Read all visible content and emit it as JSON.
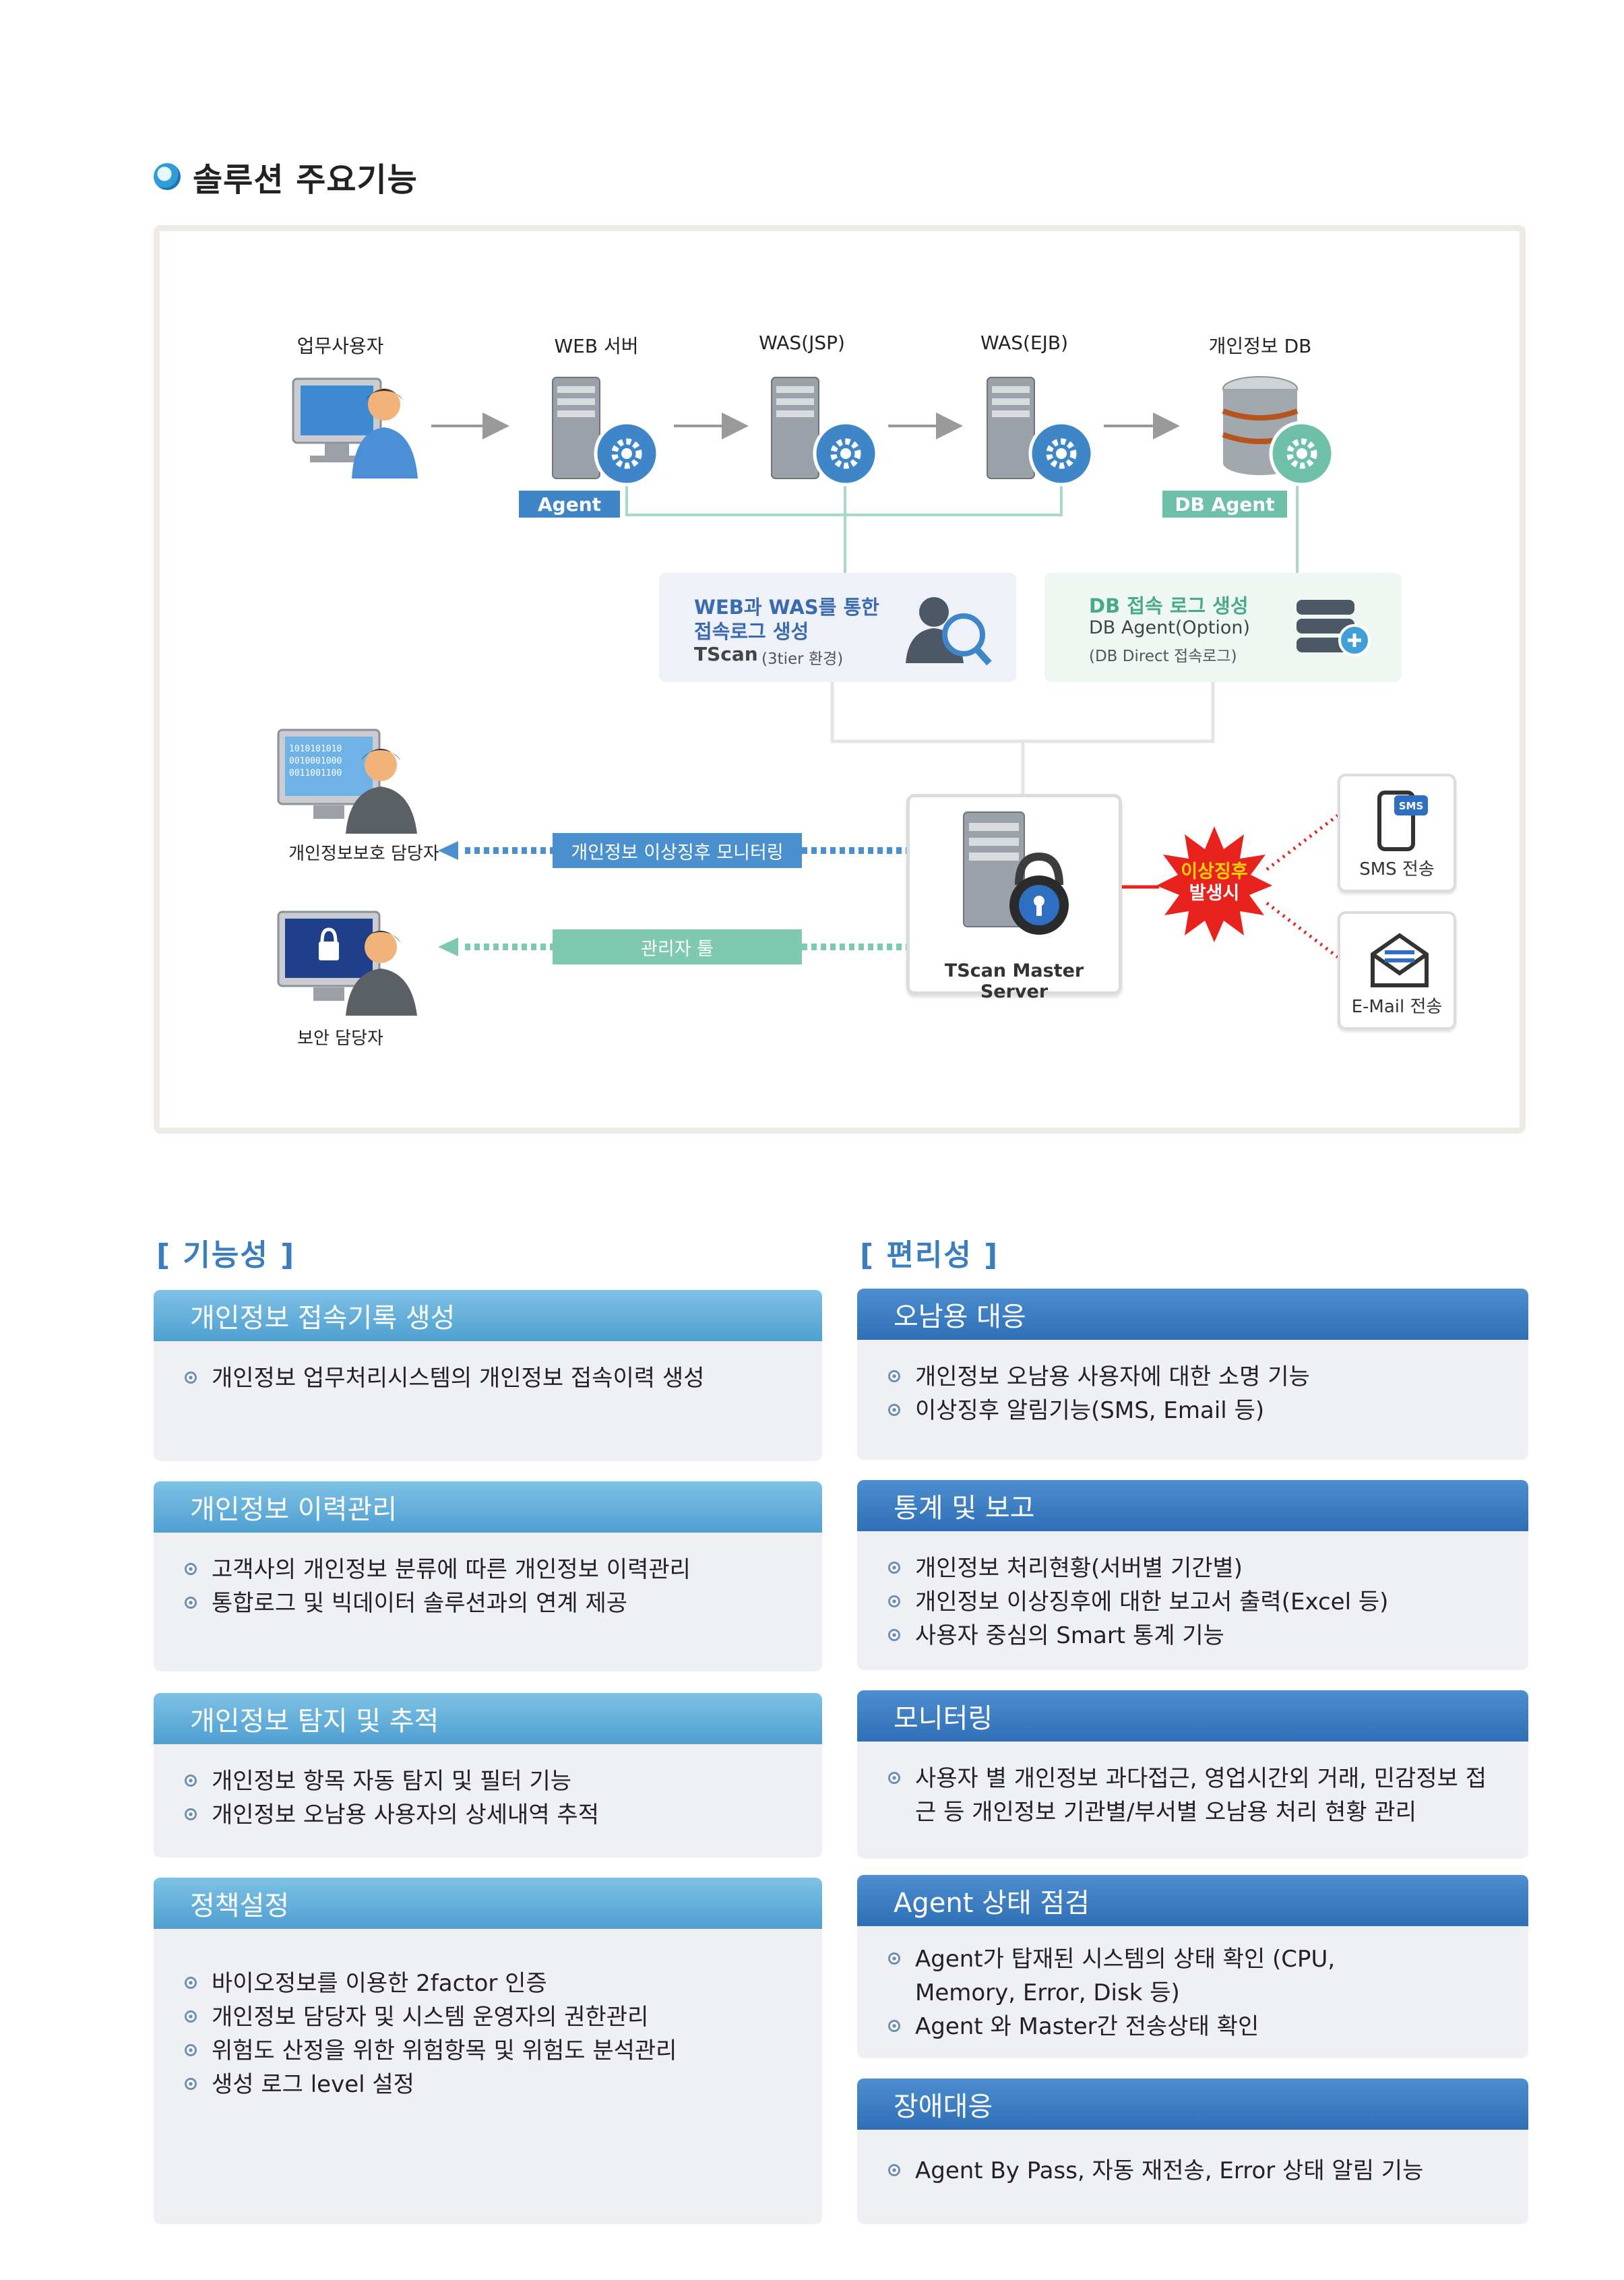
{
  "title": "솔루션 주요기능",
  "diagram": {
    "nodes": {
      "user": "업무사용자",
      "web": "WEB 서버",
      "was_jsp": "WAS(JSP)",
      "was_ejb": "WAS(EJB)",
      "db": "개인정보 DB"
    },
    "tags": {
      "agent": "Agent",
      "db_agent": "DB Agent"
    },
    "log_boxes": {
      "was": {
        "line1": "WEB과 WAS를 통한",
        "line2": "접속로그 생성",
        "line3_main": "TScan",
        "line3_sub": "(3tier 환경)"
      },
      "db": {
        "line1": "DB 접속 로그 생성",
        "line2": "DB Agent(Option)",
        "line3": "(DB Direct 접속로그)"
      }
    },
    "people": {
      "privacy_officer": "개인정보보호 담당자",
      "security_officer": "보안 담당자"
    },
    "flows": {
      "monitoring": "개인정보 이상징후 모니터링",
      "admin_tool": "관리자 툴"
    },
    "server": "TScan Master Server",
    "alert": {
      "line1": "이상징후",
      "line2": "발생시"
    },
    "notify": {
      "sms_icon": "SMS",
      "sms": "SMS 전송",
      "email": "E-Mail 전송"
    },
    "icons": [
      "user-computer-icon",
      "server-gear-icon",
      "database-icon",
      "magnifier-user-icon",
      "db-add-icon",
      "lock-server-icon",
      "phone-sms-icon",
      "envelope-icon"
    ],
    "colors": {
      "agent_tag": "#3f86c8",
      "db_agent_tag": "#6ec0a8",
      "monitor_bar": "#4a8fce",
      "admin_bar": "#7fc9b0",
      "alert_burst": "#e8231d"
    }
  },
  "features": {
    "heading": "[ 기능성 ]",
    "cards": [
      {
        "title": "개인정보 접속기록 생성",
        "items": [
          "개인정보 업무처리시스템의 개인정보 접속이력 생성"
        ]
      },
      {
        "title": "개인정보 이력관리",
        "items": [
          "고객사의 개인정보 분류에 따른 개인정보 이력관리",
          "통합로그 및 빅데이터 솔루션과의 연계 제공"
        ]
      },
      {
        "title": "개인정보 탐지 및 추적",
        "items": [
          "개인정보 항목 자동 탐지 및 필터 기능",
          "개인정보 오남용 사용자의 상세내역 추적"
        ]
      },
      {
        "title": "정책설정",
        "items": [
          "바이오정보를 이용한 2factor 인증",
          "개인정보 담당자 및 시스템 운영자의 권한관리",
          "위험도 산정을 위한 위험항목 및 위험도 분석관리",
          "생성 로그 level 설정"
        ]
      }
    ]
  },
  "convenience": {
    "heading": "[ 편리성 ]",
    "cards": [
      {
        "title": "오남용 대응",
        "items": [
          "개인정보 오남용 사용자에 대한 소명 기능",
          "이상징후 알림기능(SMS, Email 등)"
        ]
      },
      {
        "title": "통계 및 보고",
        "items": [
          "개인정보 처리현황(서버별 기간별)",
          "개인정보 이상징후에 대한 보고서 출력(Excel 등)",
          "사용자 중심의 Smart 통계 기능"
        ]
      },
      {
        "title": "모니터링",
        "items": [
          "사용자 별 개인정보 과다접근, 영업시간외 거래, 민감정보 접근 등 개인정보 기관별/부서별 오남용 처리 현황 관리"
        ]
      },
      {
        "title": "Agent 상태 점검",
        "items": [
          "Agent가 탑재된 시스템의 상태 확인 (CPU, Memory, Error, Disk 등)",
          "Agent 와 Master간 전송상태 확인"
        ]
      },
      {
        "title": "장애대응",
        "items": [
          "Agent By Pass, 자동 재전송, Error 상태 알림 기능"
        ]
      }
    ]
  }
}
